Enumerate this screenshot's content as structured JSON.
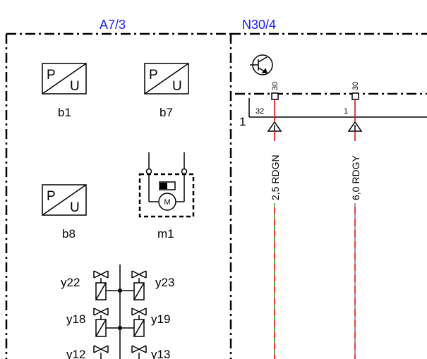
{
  "headers": {
    "left": "A7/3",
    "right": "N30/4"
  },
  "sensors": [
    {
      "id": "b1",
      "label": "b1",
      "p": "P",
      "u": "U"
    },
    {
      "id": "b7",
      "label": "b7",
      "p": "P",
      "u": "U"
    },
    {
      "id": "b8",
      "label": "b8",
      "p": "P",
      "u": "U"
    }
  ],
  "motor": {
    "label": "m1",
    "symbol": "M"
  },
  "valves": [
    "y22",
    "y23",
    "y18",
    "y19",
    "y12",
    "y13"
  ],
  "connector": {
    "row_label": "1",
    "pins": [
      {
        "pin": "30",
        "cavity": "32",
        "wire": "2,5 RDGN",
        "stripe": "#33cc33"
      },
      {
        "pin": "30",
        "cavity": "1",
        "wire": "6,0 RDGY",
        "stripe": "#9a9a9a"
      }
    ]
  },
  "colors": {
    "title": "#1a1aff",
    "wire_main": "#e00000"
  }
}
